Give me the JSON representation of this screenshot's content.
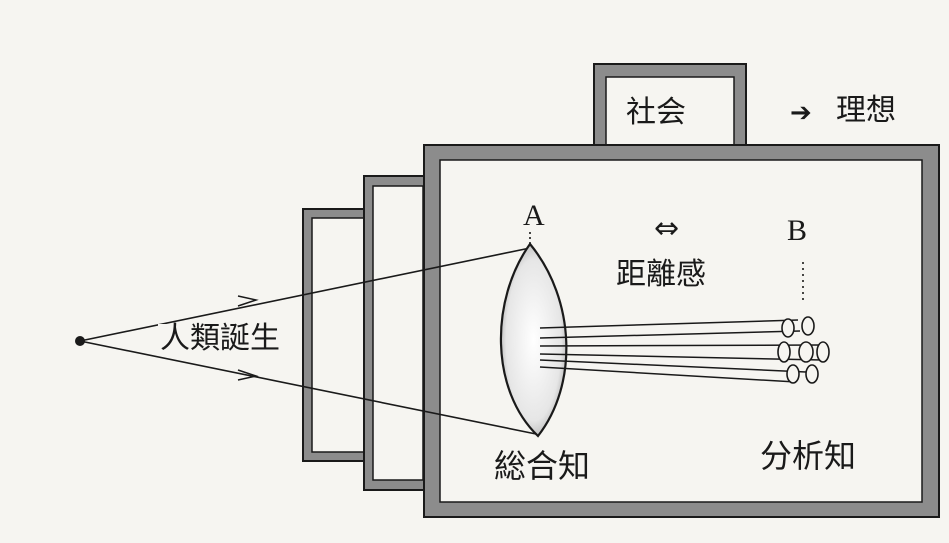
{
  "labels": {
    "society": "社会",
    "arrow_symbol": "➔",
    "ideal": "理想",
    "point_a": "A",
    "double_arrow": "⇔",
    "point_b": "B",
    "sense_of_distance": "距離感",
    "human_birth": "人類誕生",
    "synthetic_knowledge": "総合知",
    "analytic_knowledge": "分析知"
  },
  "colors": {
    "ink": "#1a1a1a",
    "paper": "#f6f5f1",
    "frame_shade": "#8c8c8c"
  }
}
